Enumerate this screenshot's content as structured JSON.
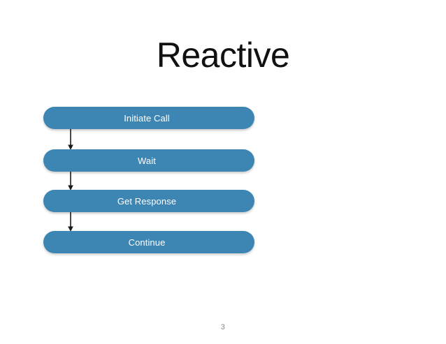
{
  "slide": {
    "title": "Reactive",
    "page_number": "3",
    "background_color": "#ffffff",
    "title_color": "#111111",
    "page_number_color": "#8a8a8a"
  },
  "diagram": {
    "type": "vertical-flowchart",
    "node_fill_color": "#3d86b4",
    "node_text_color": "#ffffff",
    "connector_color": "#1a1a1a",
    "nodes": [
      {
        "label": "Initiate Call"
      },
      {
        "label": "Wait"
      },
      {
        "label": "Get Response"
      },
      {
        "label": "Continue"
      }
    ],
    "connectors": [
      {
        "from": "Initiate Call",
        "to": "Wait",
        "style": "arrow-down"
      },
      {
        "from": "Wait",
        "to": "Get Response",
        "style": "arrow-down"
      },
      {
        "from": "Get Response",
        "to": "Continue",
        "style": "arrow-down"
      }
    ]
  }
}
